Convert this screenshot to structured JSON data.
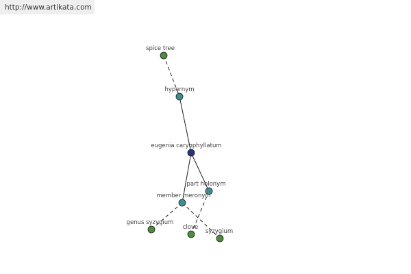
{
  "site": {
    "url": "http://www.artikata.com"
  },
  "colors": {
    "leaf": "#4f8a3d",
    "relation": "#3f8c94",
    "center": "#26347a",
    "stroke": "#1e1e1e"
  },
  "nodes": {
    "spice_tree": {
      "label": "spice tree",
      "kind": "leaf"
    },
    "hypernym": {
      "label": "hypernym",
      "kind": "relation"
    },
    "center": {
      "label": "eugenia caryophyllatum",
      "kind": "center"
    },
    "part_holonym": {
      "label": "part holonym",
      "kind": "relation"
    },
    "member_meronym": {
      "label": "member meronym",
      "kind": "relation"
    },
    "genus_syzygium": {
      "label": "genus syzygium",
      "kind": "leaf"
    },
    "clove": {
      "label": "clove",
      "kind": "leaf"
    },
    "syzygium": {
      "label": "syzygium",
      "kind": "leaf"
    }
  }
}
